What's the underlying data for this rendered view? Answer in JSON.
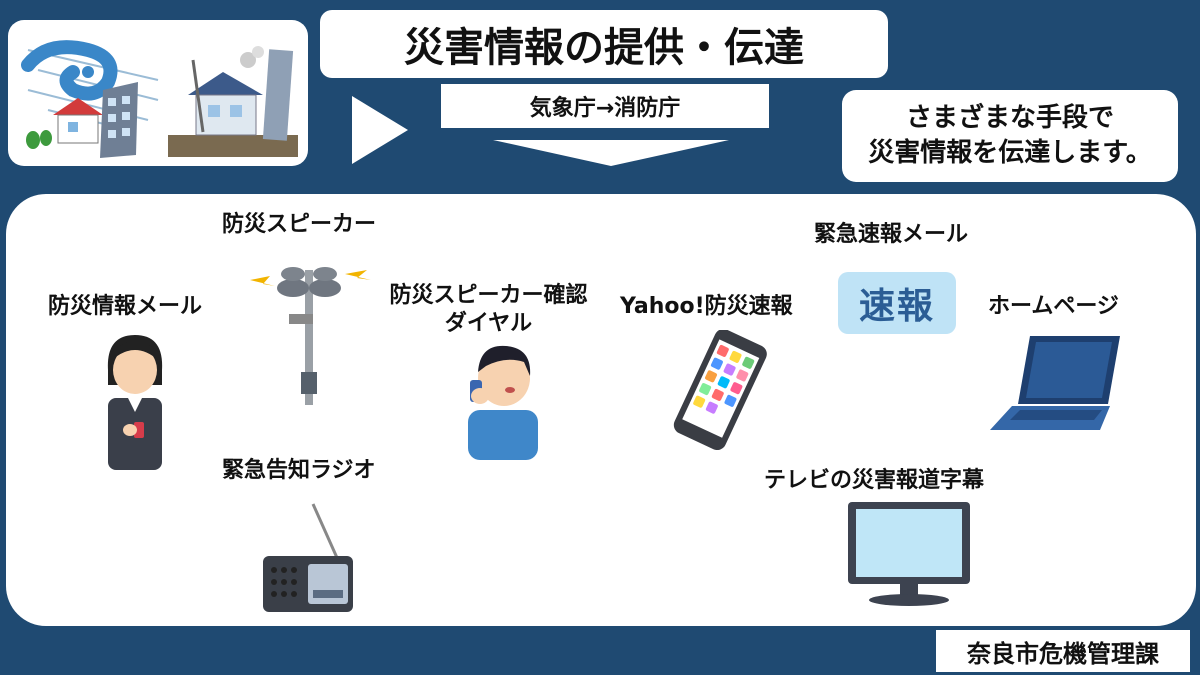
{
  "title": "災害情報の提供・伝達",
  "flow": {
    "agencies": "気象庁→消防庁"
  },
  "note": {
    "line1": "さまざまな手段で",
    "line2": "災害情報を伝達します。"
  },
  "channels": {
    "bousai_speaker": "防災スピーカー",
    "bousai_mail": "防災情報メール",
    "speaker_dial_line1": "防災スピーカー確認",
    "speaker_dial_line2": "ダイヤル",
    "radio": "緊急告知ラジオ",
    "kinkyu_mail": "緊急速報メール",
    "yahoo": "Yahoo!防災速報",
    "homepage": "ホームページ",
    "tv": "テレビの災害報道字幕"
  },
  "badge": {
    "sokuho": "速報"
  },
  "footer": {
    "department": "奈良市危機管理課"
  },
  "colors": {
    "background": "#1f4a72",
    "panel": "#ffffff",
    "badge_bg": "#bfe3f6",
    "badge_text": "#2b5d95"
  }
}
